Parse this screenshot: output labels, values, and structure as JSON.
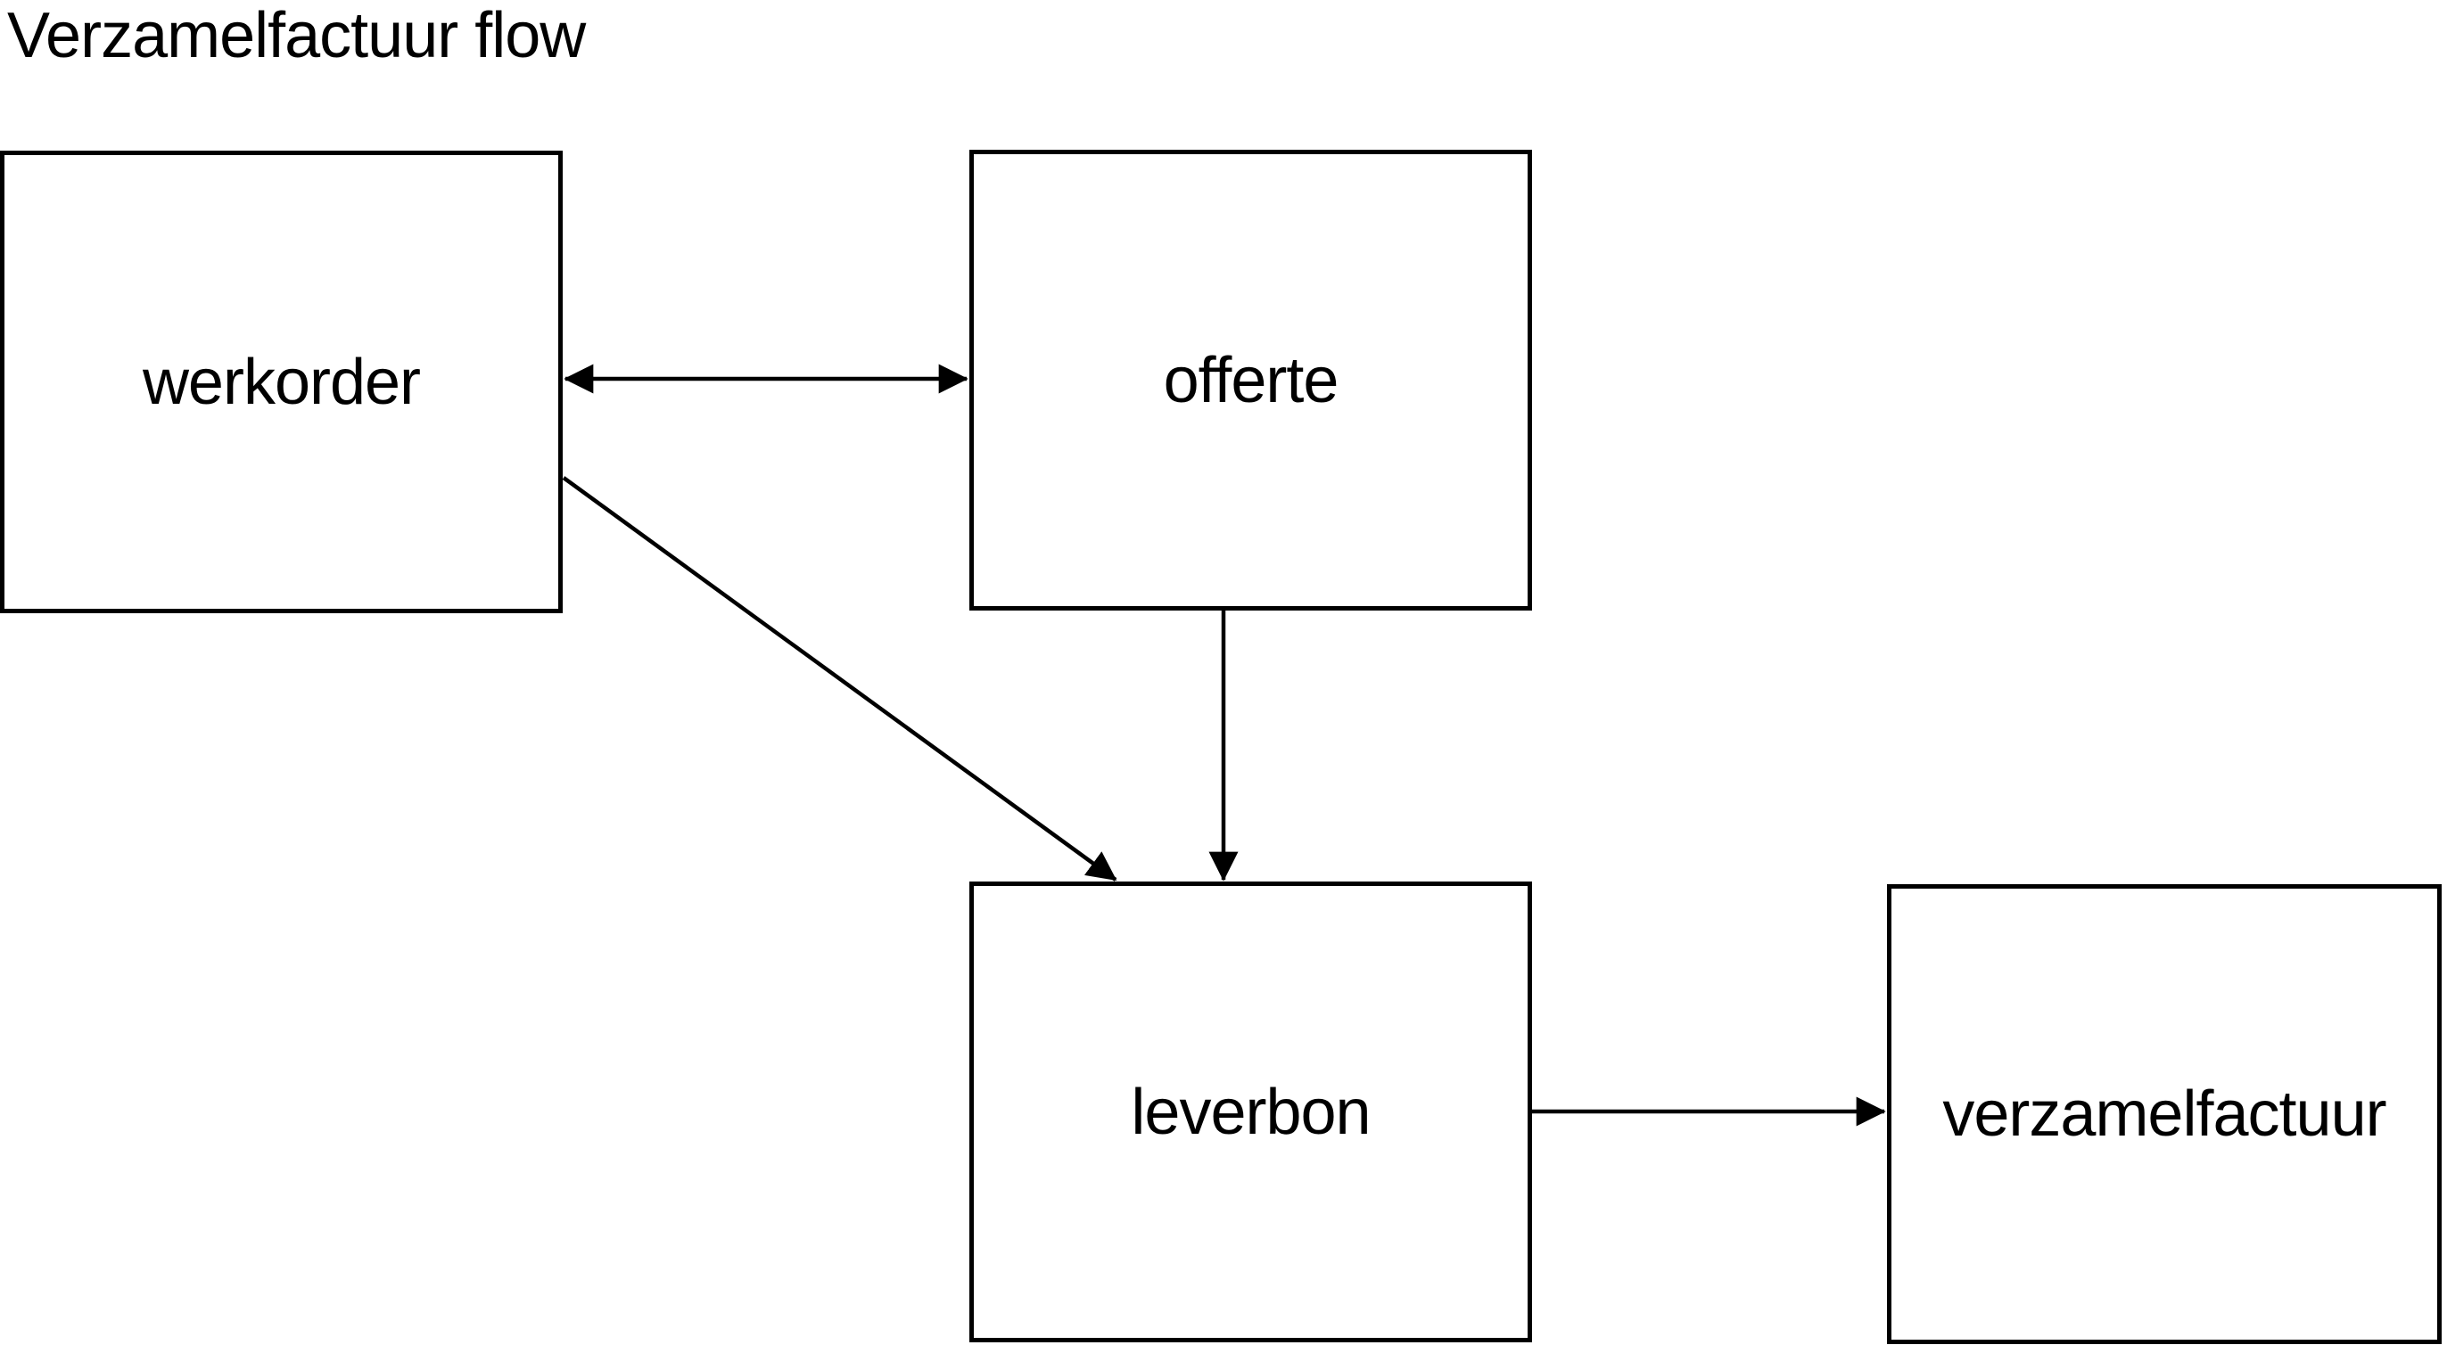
{
  "title": "Verzamelfactuur flow",
  "diagram": {
    "nodes": [
      {
        "id": "werkorder",
        "label": "werkorder"
      },
      {
        "id": "offerte",
        "label": "offerte"
      },
      {
        "id": "leverbon",
        "label": "leverbon"
      },
      {
        "id": "verzamelfactuur",
        "label": "verzamelfactuur"
      }
    ],
    "edges": [
      {
        "from": "werkorder",
        "to": "offerte",
        "direction": "bidirectional"
      },
      {
        "from": "werkorder",
        "to": "leverbon",
        "direction": "one-way"
      },
      {
        "from": "offerte",
        "to": "leverbon",
        "direction": "one-way"
      },
      {
        "from": "leverbon",
        "to": "verzamelfactuur",
        "direction": "one-way"
      }
    ],
    "colors": {
      "line": "#000000",
      "text": "#000000",
      "background": "#ffffff"
    }
  }
}
